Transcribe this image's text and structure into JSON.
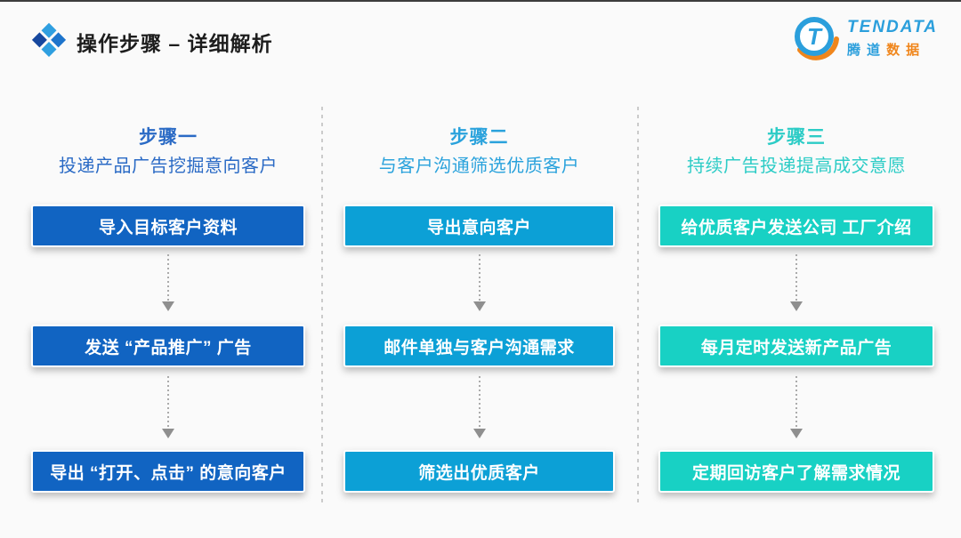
{
  "page": {
    "title": "操作步骤 – 详细解析",
    "logo": {
      "monogram": "T",
      "name_en": "TENDATA",
      "name_cn_blue": "腾道",
      "name_cn_orange": "数据"
    },
    "colors": {
      "column1_box": "#1164C2",
      "column2_box": "#0CA0D6",
      "column3_box": "#18D1C4",
      "column1_accent": "#2A6AC5",
      "column2_accent": "#2AA2DC",
      "column3_accent": "#2CCCC6",
      "logo_blue": "#2B9FDC",
      "logo_orange": "#F0861C"
    },
    "columns": [
      {
        "step_label": "步骤一",
        "subtitle": "投递产品广告挖掘意向客户",
        "boxes": [
          "导入目标客户资料",
          "发送 “产品推广” 广告",
          "导出 “打开、点击” 的意向客户"
        ]
      },
      {
        "step_label": "步骤二",
        "subtitle": "与客户沟通筛选优质客户",
        "boxes": [
          "导出意向客户",
          "邮件单独与客户沟通需求",
          "筛选出优质客户"
        ]
      },
      {
        "step_label": "步骤三",
        "subtitle": "持续广告投递提高成交意愿",
        "boxes": [
          "给优质客户发送公司 工厂介绍",
          "每月定时发送新产品广告",
          "定期回访客户了解需求情况"
        ]
      }
    ]
  }
}
